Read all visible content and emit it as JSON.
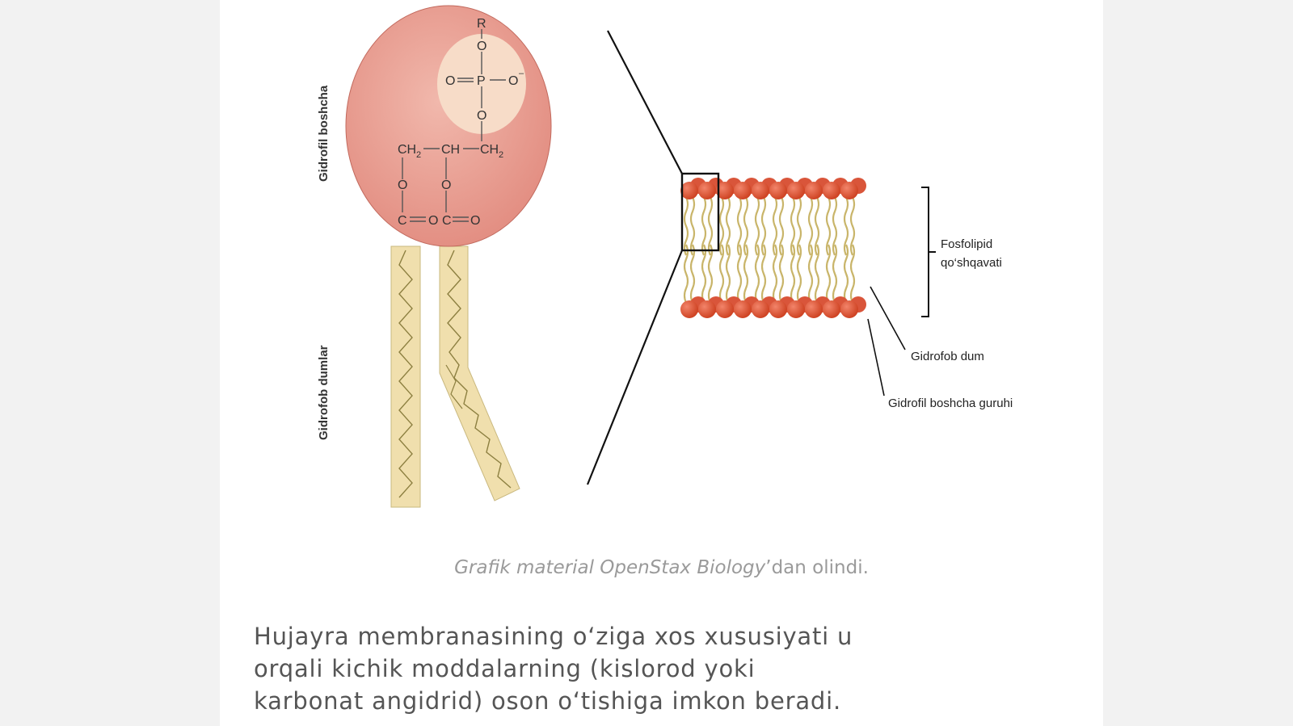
{
  "diagram": {
    "molecule": {
      "atoms": {
        "r": "R",
        "o1": "O",
        "o_left": "O",
        "p": "P",
        "o_neg": "O",
        "o_neg_sup": "–",
        "o2": "O",
        "ch2_left": "CH",
        "ch2_left_sub": "2",
        "ch": "CH",
        "ch2_right": "CH",
        "ch2_right_sub": "2",
        "o3": "O",
        "o4": "O",
        "c1": "C",
        "o5": "O",
        "c2": "C",
        "o6": "O"
      },
      "head_label": "Gidrofil boshcha",
      "tails_label": "Gidrofob dumlar"
    },
    "bilayer": {
      "label_line1": "Fosfolipid",
      "label_line2": "qo‘shqavati",
      "tail_label": "Gidrofob dum",
      "head_group_label": "Gidrofil boshcha guruhi",
      "head_count": 10
    },
    "colors": {
      "head": "#e8a095",
      "head_light": "#f7dcc8",
      "tail": "#f0dfad",
      "bilayer_head": "#dc5a3c",
      "line": "#1a1a1a"
    }
  },
  "caption": {
    "italic_part": "Grafik material OpenStax Biology",
    "rest": "’dan olindi."
  },
  "paragraph": {
    "line1": "Hujayra membranasining o‘ziga xos xususiyati u",
    "line2": "orqali kichik moddalarning (kislorod yoki",
    "line3": "karbonat angidrid) oson o‘tishiga imkon beradi."
  }
}
